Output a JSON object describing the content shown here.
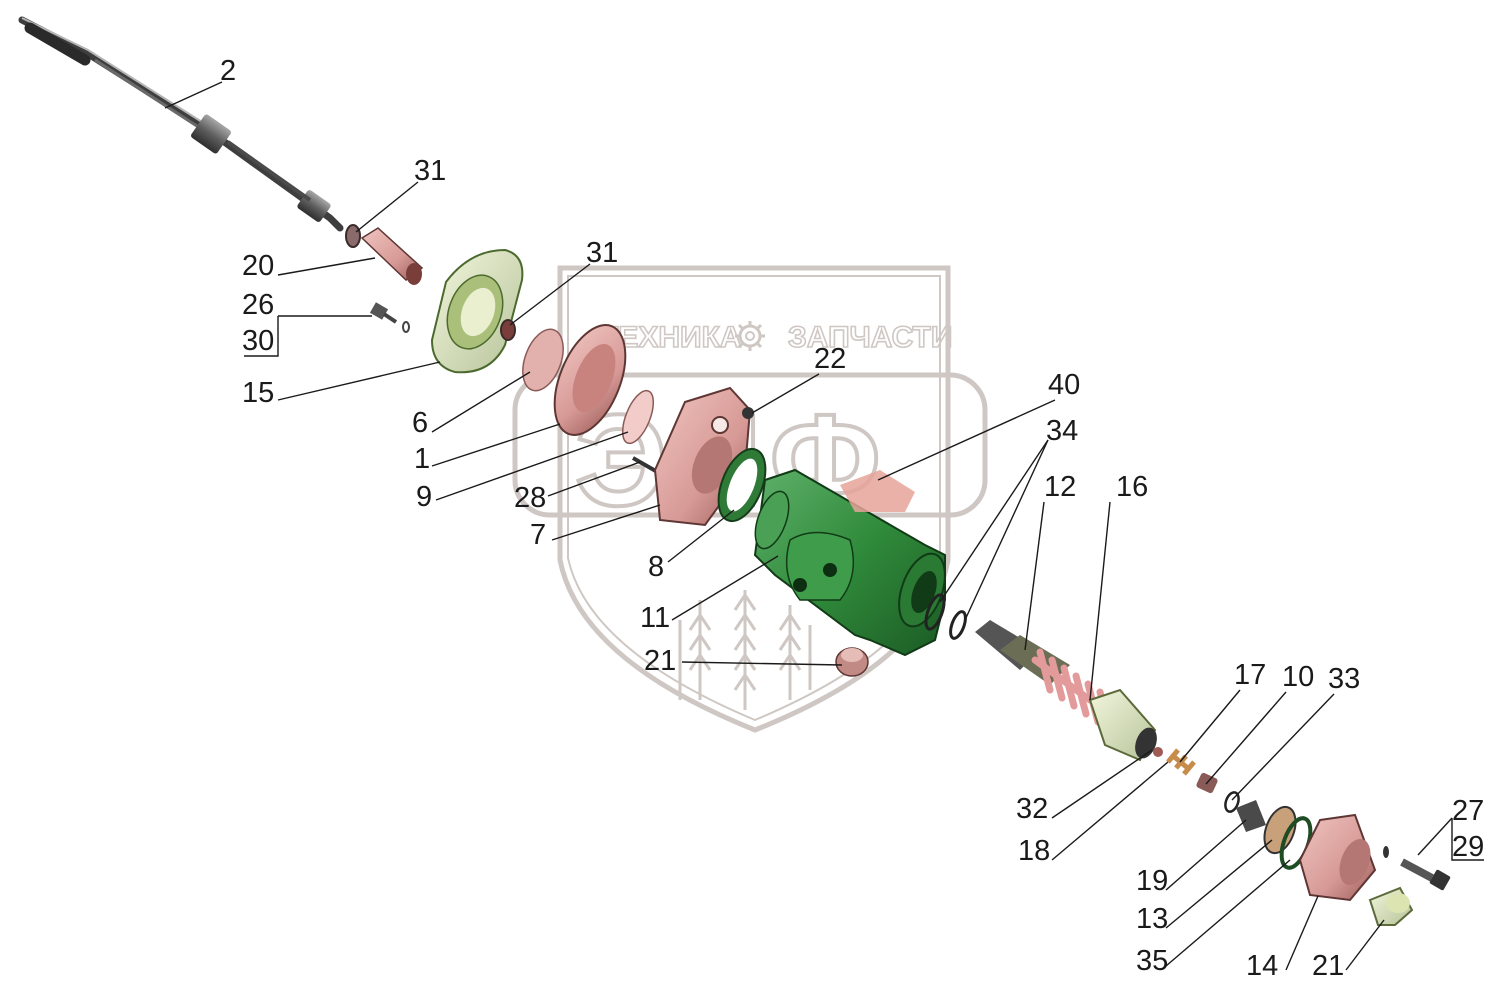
{
  "watermark": {
    "left_word": "ТЕХНИКА",
    "right_word": "ЗАПЧАСТИ",
    "big_letters": "ЭЛФ",
    "color": "#c9c2bd"
  },
  "colors": {
    "housing_green": "#2f8a3a",
    "cap_pink": "#d79a96",
    "rod_gray": "#6f6f6f",
    "spring": "#e0a0a0",
    "leader": "#1a1a1a"
  },
  "labels": [
    {
      "id": "l2",
      "text": "2"
    },
    {
      "id": "l31a",
      "text": "31"
    },
    {
      "id": "l20",
      "text": "20"
    },
    {
      "id": "l26",
      "text": "26"
    },
    {
      "id": "l30",
      "text": "30"
    },
    {
      "id": "l15",
      "text": "15"
    },
    {
      "id": "l31b",
      "text": "31"
    },
    {
      "id": "l6",
      "text": "6"
    },
    {
      "id": "l22",
      "text": "22"
    },
    {
      "id": "l1",
      "text": "1"
    },
    {
      "id": "l9",
      "text": "9"
    },
    {
      "id": "l28",
      "text": "28"
    },
    {
      "id": "l7",
      "text": "7"
    },
    {
      "id": "l8",
      "text": "8"
    },
    {
      "id": "l40",
      "text": "40"
    },
    {
      "id": "l34",
      "text": "34"
    },
    {
      "id": "l12",
      "text": "12"
    },
    {
      "id": "l16",
      "text": "16"
    },
    {
      "id": "l11",
      "text": "11"
    },
    {
      "id": "l21a",
      "text": "21"
    },
    {
      "id": "l17",
      "text": "17"
    },
    {
      "id": "l10",
      "text": "10"
    },
    {
      "id": "l33",
      "text": "33"
    },
    {
      "id": "l32",
      "text": "32"
    },
    {
      "id": "l18",
      "text": "18"
    },
    {
      "id": "l27",
      "text": "27"
    },
    {
      "id": "l29",
      "text": "29"
    },
    {
      "id": "l19",
      "text": "19"
    },
    {
      "id": "l13",
      "text": "13"
    },
    {
      "id": "l35",
      "text": "35"
    },
    {
      "id": "l14",
      "text": "14"
    },
    {
      "id": "l21b",
      "text": "21"
    }
  ]
}
